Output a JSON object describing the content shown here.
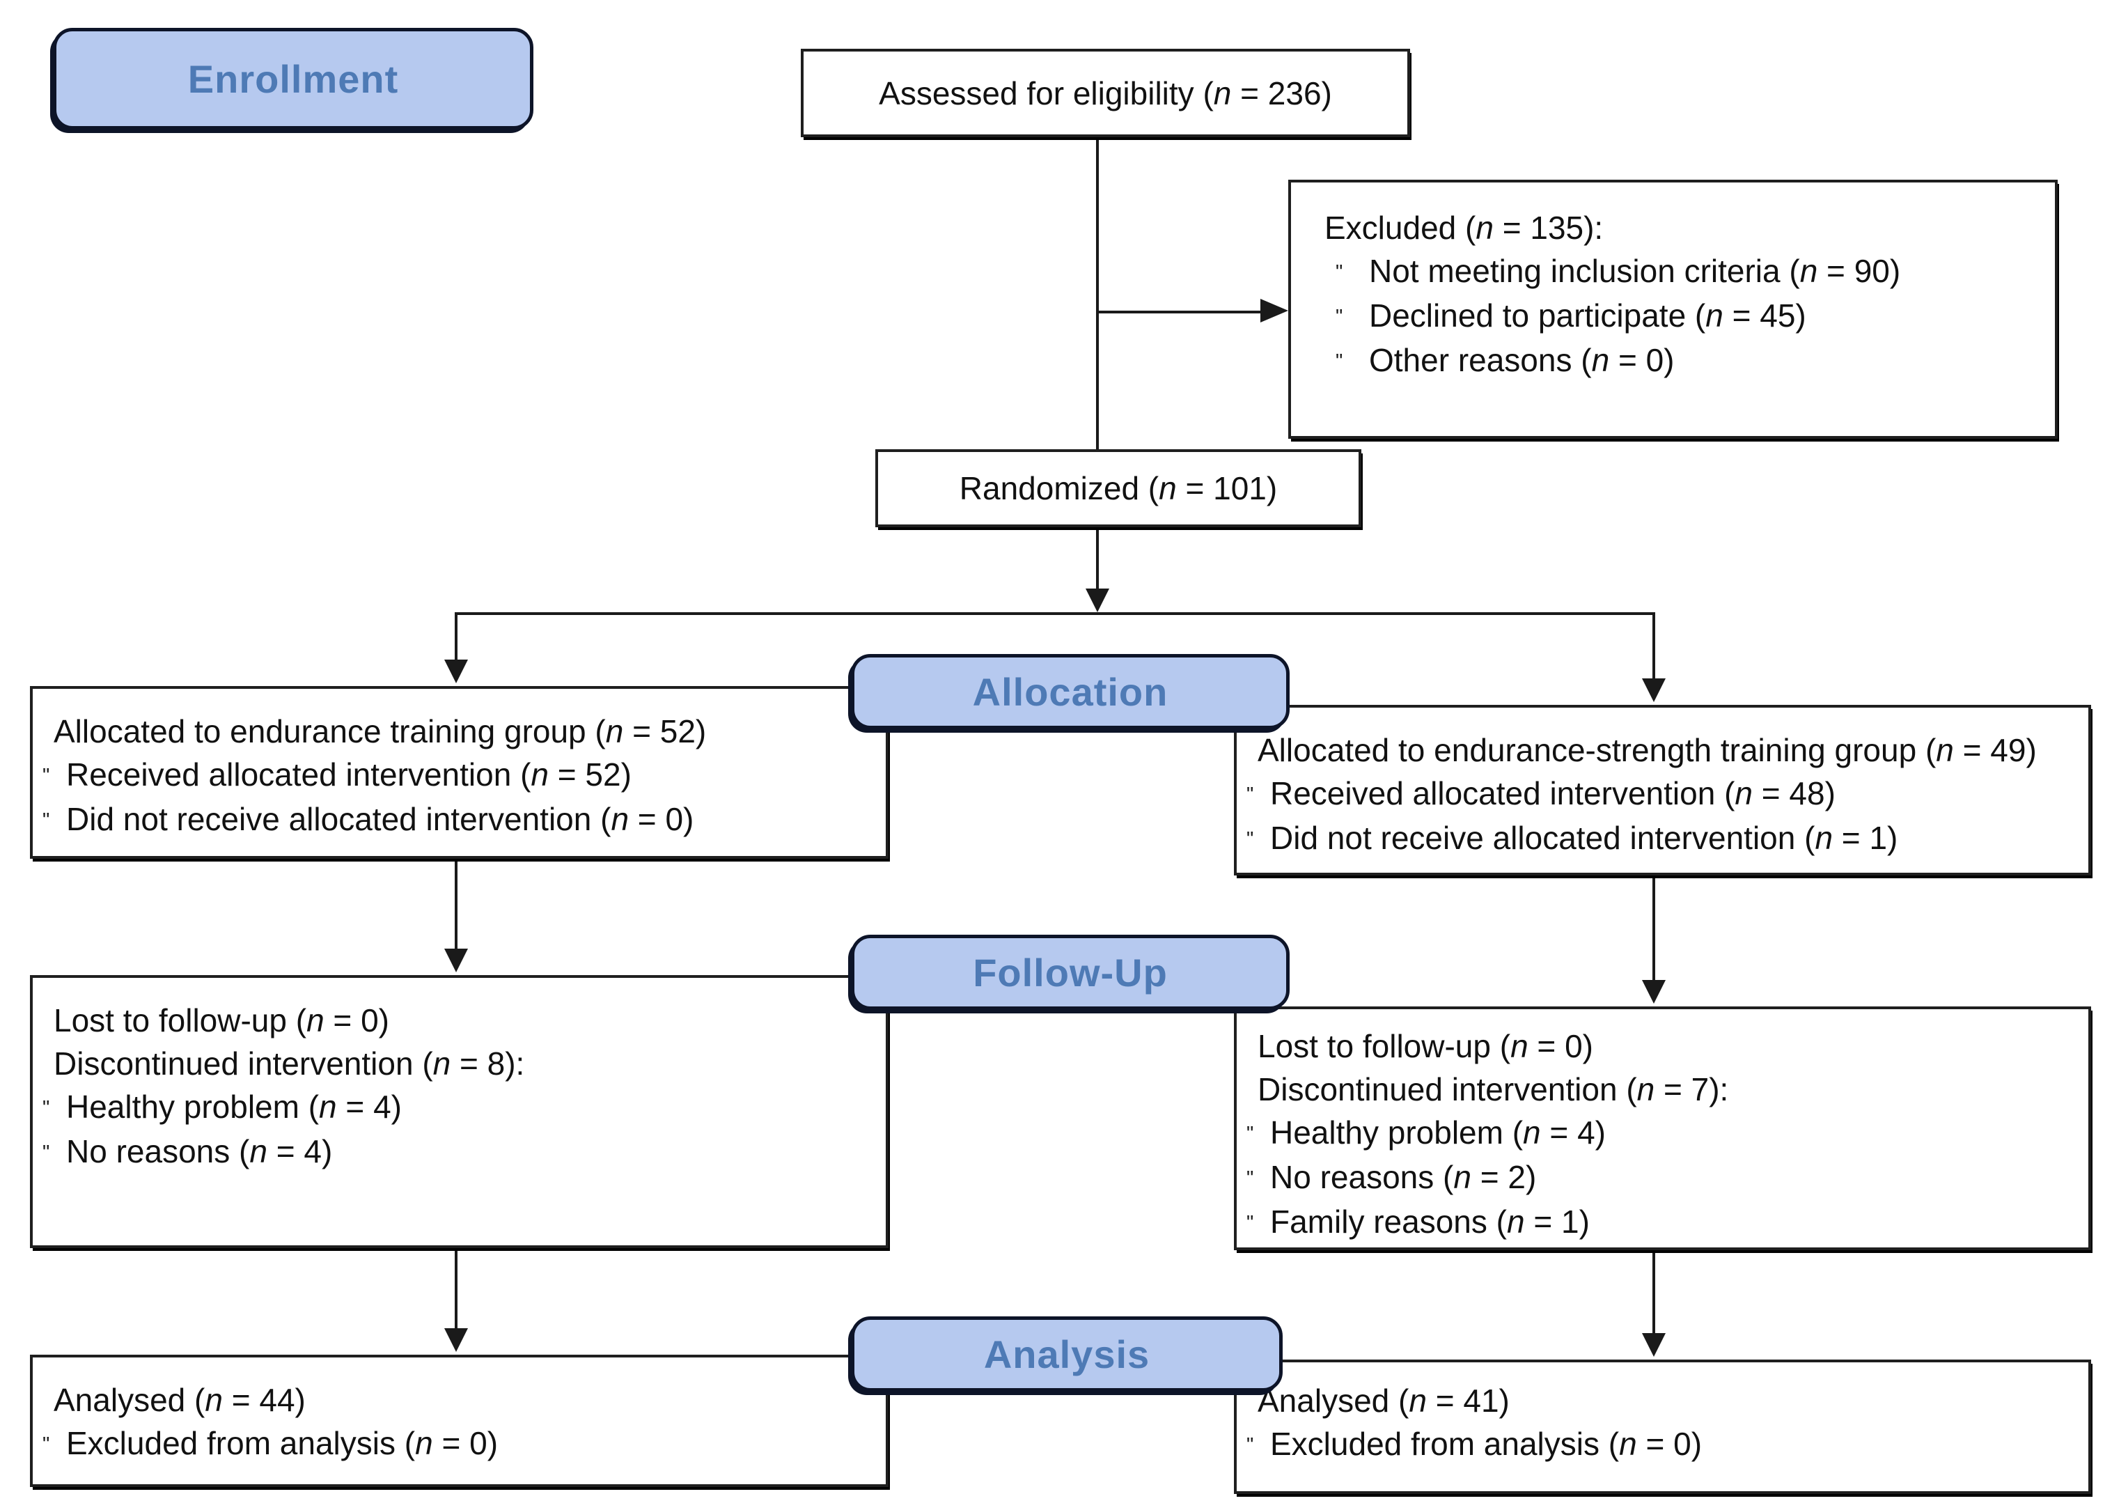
{
  "labels": {
    "enrollment": "Enrollment",
    "allocation": "Allocation",
    "followup": "Follow-Up",
    "analysis": "Analysis"
  },
  "bullet_char": "\"",
  "colors": {
    "label_fill": "#b6c9ef",
    "label_text": "#4e7ab5",
    "label_border": "#0d1428",
    "box_border": "#1f1f1f",
    "line": "#1a1a1a",
    "background": "#ffffff"
  },
  "boxes": {
    "assessed": {
      "lines": [
        {
          "b": false,
          "t": "Assessed for eligibility (n = 236)"
        }
      ]
    },
    "excluded": {
      "lines": [
        {
          "b": false,
          "t": "Excluded (n = 135):"
        },
        {
          "b": true,
          "t": "Not meeting inclusion criteria (n = 90)"
        },
        {
          "b": true,
          "t": "Declined to participate (n = 45)"
        },
        {
          "b": true,
          "t": "Other reasons (n = 0)"
        }
      ]
    },
    "randomized": {
      "lines": [
        {
          "b": false,
          "t": "Randomized (n = 101)"
        }
      ]
    },
    "alloc_left": {
      "lines": [
        {
          "b": false,
          "t": "Allocated to endurance training group (n = 52)"
        },
        {
          "b": true,
          "t": "Received allocated intervention (n = 52)"
        },
        {
          "b": true,
          "t": "Did not receive allocated intervention (n = 0)"
        }
      ]
    },
    "alloc_right": {
      "lines": [
        {
          "b": false,
          "t": "Allocated to endurance-strength training group (n = 49)"
        },
        {
          "b": true,
          "t": "Received allocated intervention (n = 48)"
        },
        {
          "b": true,
          "t": "Did not receive allocated intervention (n = 1)"
        }
      ]
    },
    "followup_left": {
      "lines": [
        {
          "b": false,
          "t": "Lost to follow-up (n = 0)"
        },
        {
          "b": false,
          "t": "Discontinued intervention (n = 8):"
        },
        {
          "b": true,
          "t": "Healthy problem (n = 4)"
        },
        {
          "b": true,
          "t": "No reasons (n = 4)"
        }
      ]
    },
    "followup_right": {
      "lines": [
        {
          "b": false,
          "t": "Lost to follow-up (n = 0)"
        },
        {
          "b": false,
          "t": "Discontinued intervention (n = 7):"
        },
        {
          "b": true,
          "t": "Healthy problem (n = 4)"
        },
        {
          "b": true,
          "t": "No reasons (n = 2)"
        },
        {
          "b": true,
          "t": "Family reasons (n = 1)"
        }
      ]
    },
    "analysis_left": {
      "lines": [
        {
          "b": false,
          "t": "Analysed (n = 44)"
        },
        {
          "b": true,
          "t": "Excluded from analysis (n = 0)"
        }
      ]
    },
    "analysis_right": {
      "lines": [
        {
          "b": false,
          "t": "Analysed (n = 41)"
        },
        {
          "b": true,
          "t": "Excluded from analysis (n = 0)"
        }
      ]
    }
  }
}
